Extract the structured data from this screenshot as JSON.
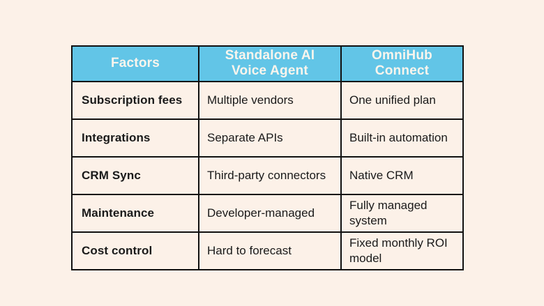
{
  "page": {
    "background_color": "#FCF1E8",
    "border_color": "#111111",
    "header_background_color": "#62C5E7",
    "header_text_color": "#FAF5ED",
    "body_text_color": "#1A1A1A"
  },
  "table": {
    "header": [
      "Factors",
      "Standalone AI\nVoice Agent",
      "OmniHub\nConnect"
    ]
  },
  "chart_data": {
    "type": "table",
    "columns": [
      "Factors",
      "Standalone AI Voice Agent",
      "OmniHub Connect"
    ],
    "rows": [
      [
        "Subscription fees",
        "Multiple vendors",
        "One unified plan"
      ],
      [
        "Integrations",
        "Separate APIs",
        "Built-in automation"
      ],
      [
        "CRM Sync",
        "Third-party connectors",
        "Native CRM"
      ],
      [
        "Maintenance",
        "Developer-managed",
        "Fully managed system"
      ],
      [
        "Cost control",
        "Hard to forecast",
        "Fixed monthly ROI model"
      ]
    ]
  }
}
